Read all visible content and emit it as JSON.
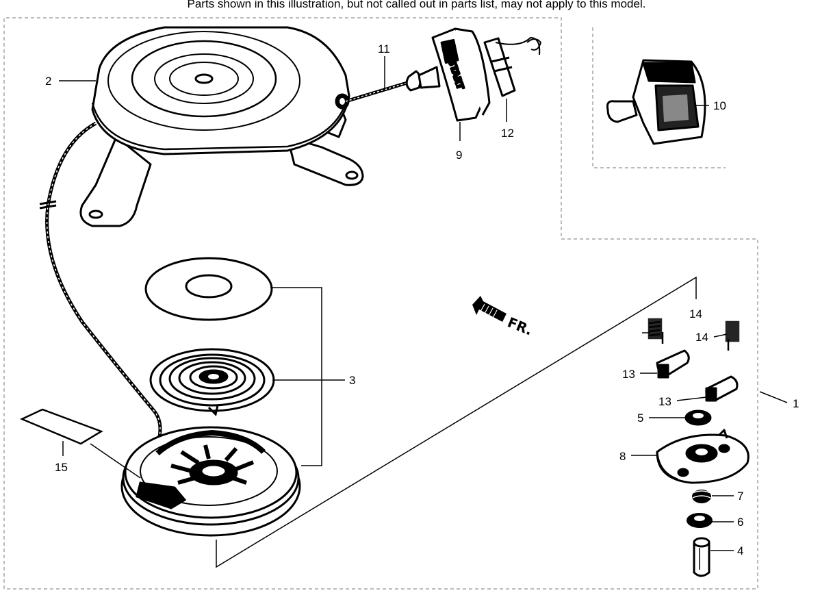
{
  "header_note": "Parts shown in this illustration, but not called out in parts list, may not apply to this model.",
  "direction_label": "FR.",
  "handle_label": "START",
  "callouts": {
    "c1": "1",
    "c2": "2",
    "c3": "3",
    "c4": "4",
    "c5": "5",
    "c6": "6",
    "c7": "7",
    "c8": "8",
    "c9": "9",
    "c10": "10",
    "c11": "11",
    "c12": "12",
    "c13a": "13",
    "c13b": "13",
    "c14a": "14",
    "c14b": "14",
    "c15": "15"
  }
}
